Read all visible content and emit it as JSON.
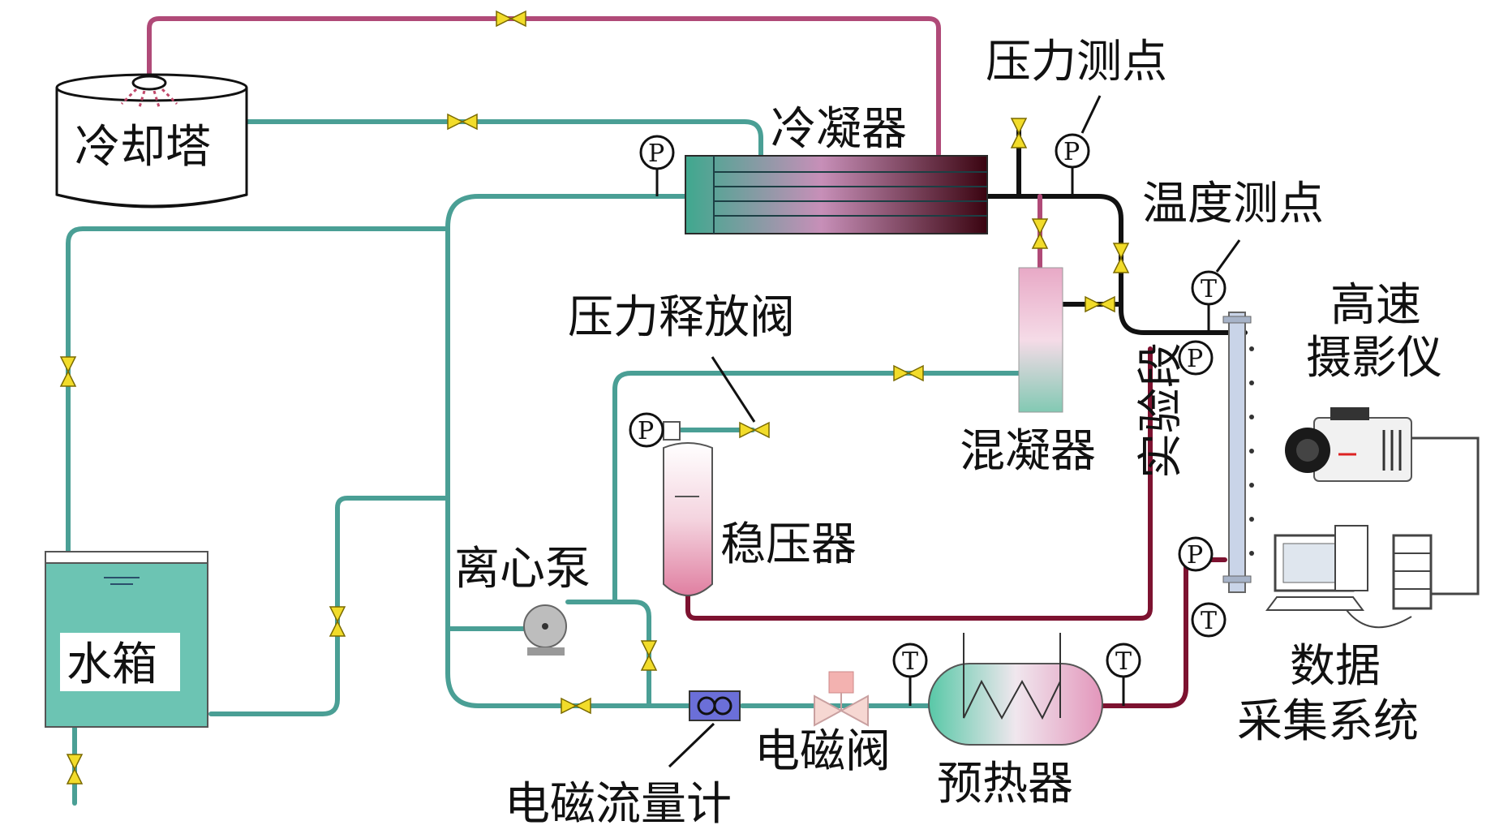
{
  "labels": {
    "cooling_tower": "冷却塔",
    "condenser": "冷凝器",
    "pressure_point": "压力测点",
    "temperature_point": "温度测点",
    "high_speed_camera": [
      "高速",
      "摄影仪"
    ],
    "pressure_relief_valve": "压力释放阀",
    "mixer_condenser": "混凝器",
    "test_section": "实验段",
    "stabilizer": "稳压器",
    "centrifugal_pump": "离心泵",
    "water_tank": "水箱",
    "data_acquisition": [
      "数据",
      "采集系统"
    ],
    "solenoid_valve": "电磁阀",
    "preheater": "预热器",
    "em_flowmeter": "电磁流量计"
  },
  "instrument_symbols": {
    "pressure": "P",
    "temperature": "T"
  },
  "colors": {
    "cold_pipe": "#4a9f95",
    "warm_pipe": "#b04a78",
    "hot_pipe": "#7d1230",
    "steam_pipe": "#111111",
    "valve": "#f2dc2a",
    "tank_fill": "#6cc4b3",
    "flowmeter": "#6b6fd8"
  }
}
